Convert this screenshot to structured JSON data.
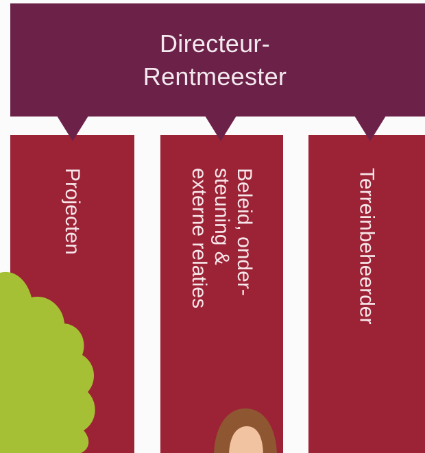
{
  "director": {
    "lines": [
      "Directeur-",
      "Rentmeester"
    ]
  },
  "departments": [
    {
      "label": "Projecten"
    },
    {
      "label": "Beleid, onder-\nsteuning &\nexterne relaties"
    },
    {
      "label": "Terreinbeheerder"
    }
  ],
  "colors": {
    "director_bg": "#6c2149",
    "department_bg": "#9c2336",
    "page_bg": "#fbfbfb",
    "tree": "#a6c036",
    "hair": "#8f5632",
    "skin": "#f2c3a1"
  },
  "illustrations": [
    "tree-illustration",
    "person-illustration"
  ]
}
